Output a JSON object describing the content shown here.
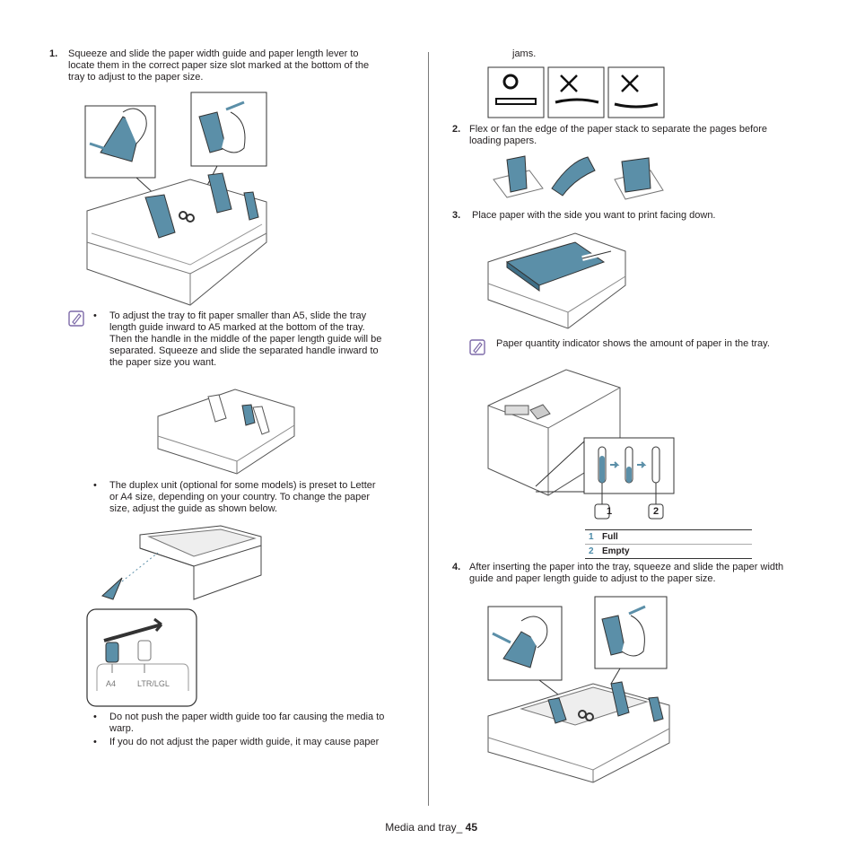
{
  "left": {
    "step1_num": "1.",
    "step1_text_l1": "Squeeze and slide the paper width guide and paper length lever to",
    "step1_text_l2": "locate them in the correct paper size slot marked at the bottom of the",
    "step1_text_l3": "tray to adjust to the paper size.",
    "note_bullet1_l1": "To adjust the tray to fit paper smaller than A5, slide the tray",
    "note_bullet1_l2": "length guide inward to A5 marked at the bottom of the tray.",
    "note_bullet1_l3": "Then the handle in the middle of the paper length guide will be",
    "note_bullet1_l4": "separated. Squeeze and slide the separated handle inward to",
    "note_bullet1_l5": "the paper size you want.",
    "note_bullet2_l1": "The duplex unit (optional for some models) is preset to Letter",
    "note_bullet2_l2": "or A4 size, depending on your country. To change the paper",
    "note_bullet2_l3": "size, adjust the guide as shown below.",
    "duplex_label_a4": "A4",
    "duplex_label_ltr": "LTR/LGL",
    "note_bullet3_l1": "Do not push the paper width guide too far causing the media to",
    "note_bullet3_l2": "warp.",
    "note_bullet4_l1": "If you do not adjust the paper width guide, it may cause paper"
  },
  "right": {
    "cont_text": "jams.",
    "step2_num": "2.",
    "step2_text_l1": "Flex or fan the edge of the paper stack to separate the pages before",
    "step2_text_l2": "loading papers.",
    "step3_num": "3.",
    "step3_text": "Place paper with the side you want to print facing down.",
    "note_text": "Paper quantity indicator shows the amount of paper in the tray.",
    "callout_1": "1",
    "callout_2": "2",
    "legend": [
      {
        "num": "1",
        "label": "Full"
      },
      {
        "num": "2",
        "label": "Empty"
      }
    ],
    "step4_num": "4.",
    "step4_text_l1": "After inserting the paper into the tray, squeeze and slide the paper width",
    "step4_text_l2": "guide and paper length guide to adjust to the paper size."
  },
  "footer": {
    "section": "Media and tray_ ",
    "page": "45"
  },
  "colors": {
    "accent_blue": "#5b8fa8",
    "line_gray": "#7a7a7a",
    "note_icon": "#7d6aa8"
  }
}
